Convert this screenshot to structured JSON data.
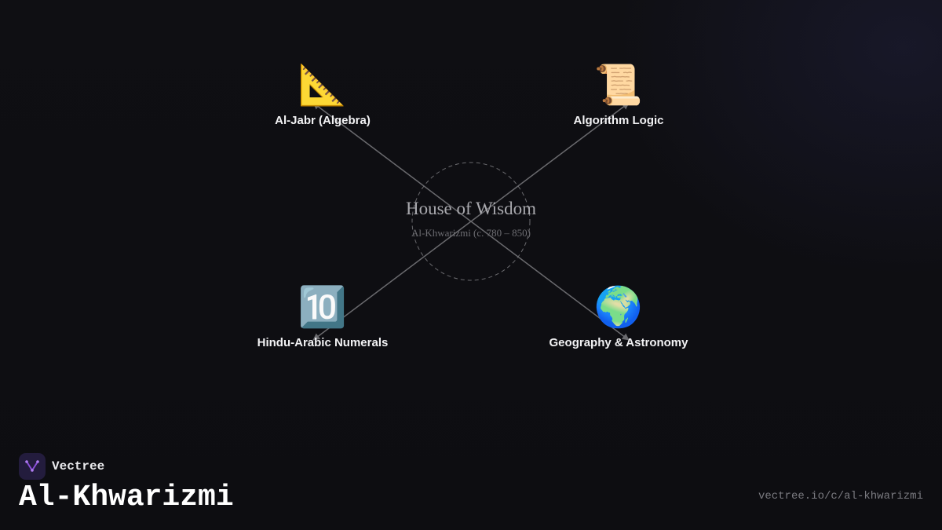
{
  "diagram": {
    "center": {
      "title": "House of Wisdom",
      "subtitle": "Al-Khwarizmi (c. 780 – 850)"
    },
    "nodes": [
      {
        "id": "algebra",
        "icon": "triangular-ruler-icon",
        "emoji": "📐",
        "label": "Al-Jabr (Algebra)"
      },
      {
        "id": "algorithm",
        "icon": "scroll-icon",
        "emoji": "📜",
        "label": "Algorithm Logic"
      },
      {
        "id": "numerals",
        "icon": "keycap-ten-icon",
        "emoji": "🔟",
        "label": "Hindu-Arabic Numerals"
      },
      {
        "id": "geography",
        "icon": "globe-icon",
        "emoji": "🌍",
        "label": "Geography & Astronomy"
      }
    ],
    "edges": [
      {
        "from": "geography",
        "to": "algebra"
      },
      {
        "from": "numerals",
        "to": "algorithm"
      },
      {
        "from": "algebra",
        "to": "geography"
      },
      {
        "from": "algorithm",
        "to": "numerals"
      }
    ],
    "colors": {
      "edge": "#6a6a6e",
      "circle": "#6a6a6e"
    }
  },
  "footer": {
    "brand_name": "Vectree",
    "brand_icon": "vectree-logo-icon",
    "title": "Al-Khwarizmi",
    "url": "vectree.io/c/al-khwarizmi",
    "accent": "#8a4fd8"
  }
}
